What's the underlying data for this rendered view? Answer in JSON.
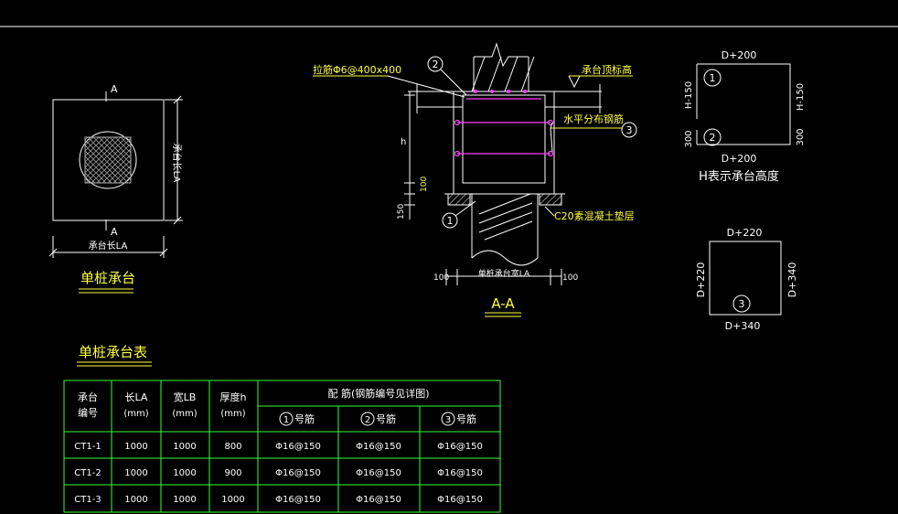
{
  "plan": {
    "section_mark_top": "A",
    "section_mark_bottom": "A",
    "dim_width": "承台长LA",
    "dim_height": "承台长LA",
    "title": "单桩承台"
  },
  "section": {
    "tie_bar": "拉筋Φ6@400x400",
    "cap_top_level": "承台顶标高",
    "horizontal_bars": "水平分布钢筋",
    "dim_h": "h",
    "dim_100_left": "100",
    "dim_150": "150",
    "cushion": "C20素混凝土垫层",
    "dim_bottom": "单桩承台宽LA",
    "dim_100_a": "100",
    "dim_100_b": "100",
    "title": "A-A",
    "marker_1": "1",
    "marker_2": "2",
    "marker_3": "3"
  },
  "rebar_detail_1": {
    "top": "D+200",
    "bottom": "D+200",
    "left_upper": "H-150",
    "left_lower": "300",
    "right_upper": "H-150",
    "right_lower": "300",
    "marker_1": "1",
    "marker_2": "2",
    "note": "H表示承台高度"
  },
  "rebar_detail_2": {
    "top": "D+220",
    "left": "D+220",
    "right": "D+340",
    "bottom": "D+340",
    "marker": "3"
  },
  "table": {
    "title": "单桩承台表",
    "headers": {
      "id_1": "承台",
      "id_2": "编号",
      "la_1": "长LA",
      "la_2": "(mm)",
      "lb_1": "宽LB",
      "lb_2": "(mm)",
      "h_1": "厚度h",
      "h_2": "(mm)",
      "rebar": "配 筋(钢筋编号见详图)",
      "bar1_no": "1",
      "bar1": "号筋",
      "bar2_no": "2",
      "bar2": "号筋",
      "bar3_no": "3",
      "bar3": "号筋"
    },
    "rows": [
      {
        "id": "CT1-1",
        "la": "1000",
        "lb": "1000",
        "h": "800",
        "b1": "Φ16@150",
        "b2": "Φ16@150",
        "b3": "Φ16@150"
      },
      {
        "id": "CT1-2",
        "la": "1000",
        "lb": "1000",
        "h": "900",
        "b1": "Φ16@150",
        "b2": "Φ16@150",
        "b3": "Φ16@150"
      },
      {
        "id": "CT1-3",
        "la": "1000",
        "lb": "1000",
        "h": "1000",
        "b1": "Φ16@150",
        "b2": "Φ16@150",
        "b3": "Φ16@150"
      }
    ]
  },
  "colors": {
    "background": "#000000",
    "line": "#ffffff",
    "annotation": "#ffff40",
    "rebar": "#ff40ff",
    "table_grid": "#33ff33"
  }
}
